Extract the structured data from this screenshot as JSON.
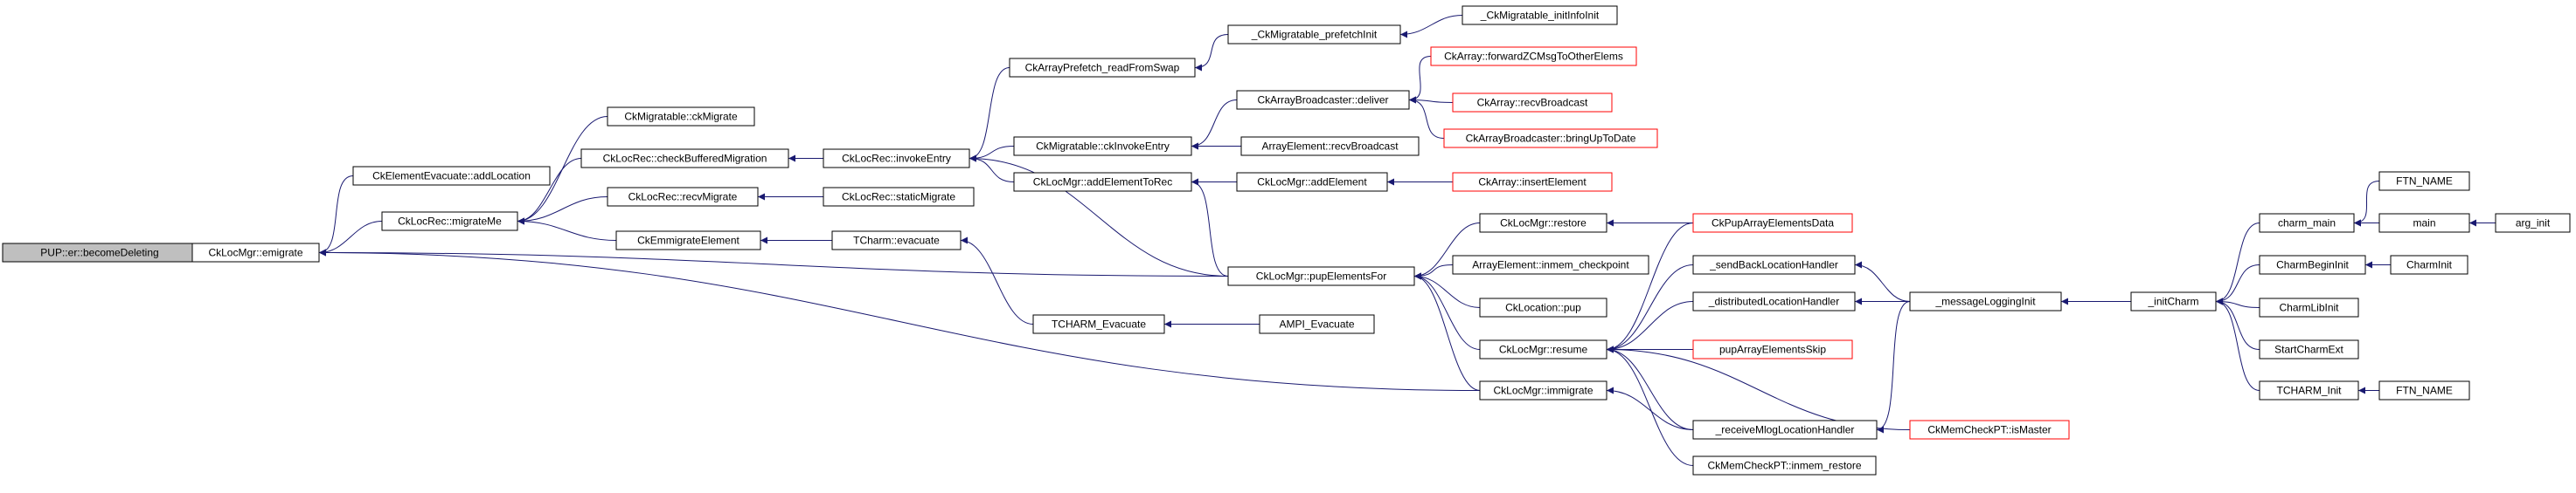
{
  "colors": {
    "edge": "#191970",
    "node_border": "#000000",
    "missing_border": "#ff0000",
    "root_fill": "#bfbfbf"
  },
  "nodes": {
    "root": {
      "label": "PUP::er::becomeDeleting"
    },
    "emigrate": {
      "label": "CkLocMgr::emigrate"
    },
    "addLocation": {
      "label": "CkElementEvacuate::addLocation"
    },
    "migrateMe": {
      "label": "CkLocRec::migrateMe"
    },
    "ckMigrate": {
      "label": "CkMigratable::ckMigrate"
    },
    "checkBuffered": {
      "label": "CkLocRec::checkBufferedMigration"
    },
    "recvMigrate": {
      "label": "CkLocRec::recvMigrate"
    },
    "staticMigrate": {
      "label": "CkLocRec::staticMigrate"
    },
    "emmigrateElement": {
      "label": "CkEmmigrateElement"
    },
    "tcharmEvacuate": {
      "label": "TCharm::evacuate"
    },
    "TCHARM_Evacuate": {
      "label": "TCHARM_Evacuate"
    },
    "AMPI_Evacuate": {
      "label": "AMPI_Evacuate"
    },
    "invokeEntry": {
      "label": "CkLocRec::invokeEntry"
    },
    "prefetchRead": {
      "label": "CkArrayPrefetch_readFromSwap"
    },
    "prefetchInit": {
      "label": "_CkMigratable_prefetchInit"
    },
    "initInfoInit": {
      "label": "_CkMigratable_initInfoInit"
    },
    "ckInvokeEntry": {
      "label": "CkMigratable::ckInvokeEntry"
    },
    "deliver": {
      "label": "CkArrayBroadcaster::deliver"
    },
    "forwardZC": {
      "label": "CkArray::forwardZCMsgToOtherElems"
    },
    "recvBroadcastArr": {
      "label": "CkArray::recvBroadcast"
    },
    "bringUpToDate": {
      "label": "CkArrayBroadcaster::bringUpToDate"
    },
    "elemRecvBroadcast": {
      "label": "ArrayElement::recvBroadcast"
    },
    "addElementToRec": {
      "label": "CkLocMgr::addElementToRec"
    },
    "addElement": {
      "label": "CkLocMgr::addElement"
    },
    "insertElement": {
      "label": "CkArray::insertElement"
    },
    "pupElementsFor": {
      "label": "CkLocMgr::pupElementsFor"
    },
    "restore": {
      "label": "CkLocMgr::restore"
    },
    "pupArrayElementsData": {
      "label": "CkPupArrayElementsData"
    },
    "inmemCheckpoint": {
      "label": "ArrayElement::inmem_checkpoint"
    },
    "locationPup": {
      "label": "CkLocation::pup"
    },
    "resume": {
      "label": "CkLocMgr::resume"
    },
    "sendBackLocation": {
      "label": "_sendBackLocationHandler"
    },
    "distributedLocation": {
      "label": "_distributedLocationHandler"
    },
    "pupArrayElementsSkip": {
      "label": "pupArrayElementsSkip"
    },
    "immigrate": {
      "label": "CkLocMgr::immigrate"
    },
    "receiveMlog": {
      "label": "_receiveMlogLocationHandler"
    },
    "isMaster": {
      "label": "CkMemCheckPT::isMaster"
    },
    "inmemRestore": {
      "label": "CkMemCheckPT::inmem_restore"
    },
    "messageLogging": {
      "label": "_messageLoggingInit"
    },
    "initCharm": {
      "label": "_initCharm"
    },
    "charmMain": {
      "label": "charm_main"
    },
    "ftnName1": {
      "label": "FTN_NAME"
    },
    "main": {
      "label": "main"
    },
    "argInit": {
      "label": "arg_init"
    },
    "charmBeginInit": {
      "label": "CharmBeginInit"
    },
    "charmInit": {
      "label": "CharmInit"
    },
    "charmLibInit": {
      "label": "CharmLibInit"
    },
    "startCharmExt": {
      "label": "StartCharmExt"
    },
    "tcharmInit": {
      "label": "TCHARM_Init"
    },
    "ftnName2": {
      "label": "FTN_NAME"
    }
  }
}
